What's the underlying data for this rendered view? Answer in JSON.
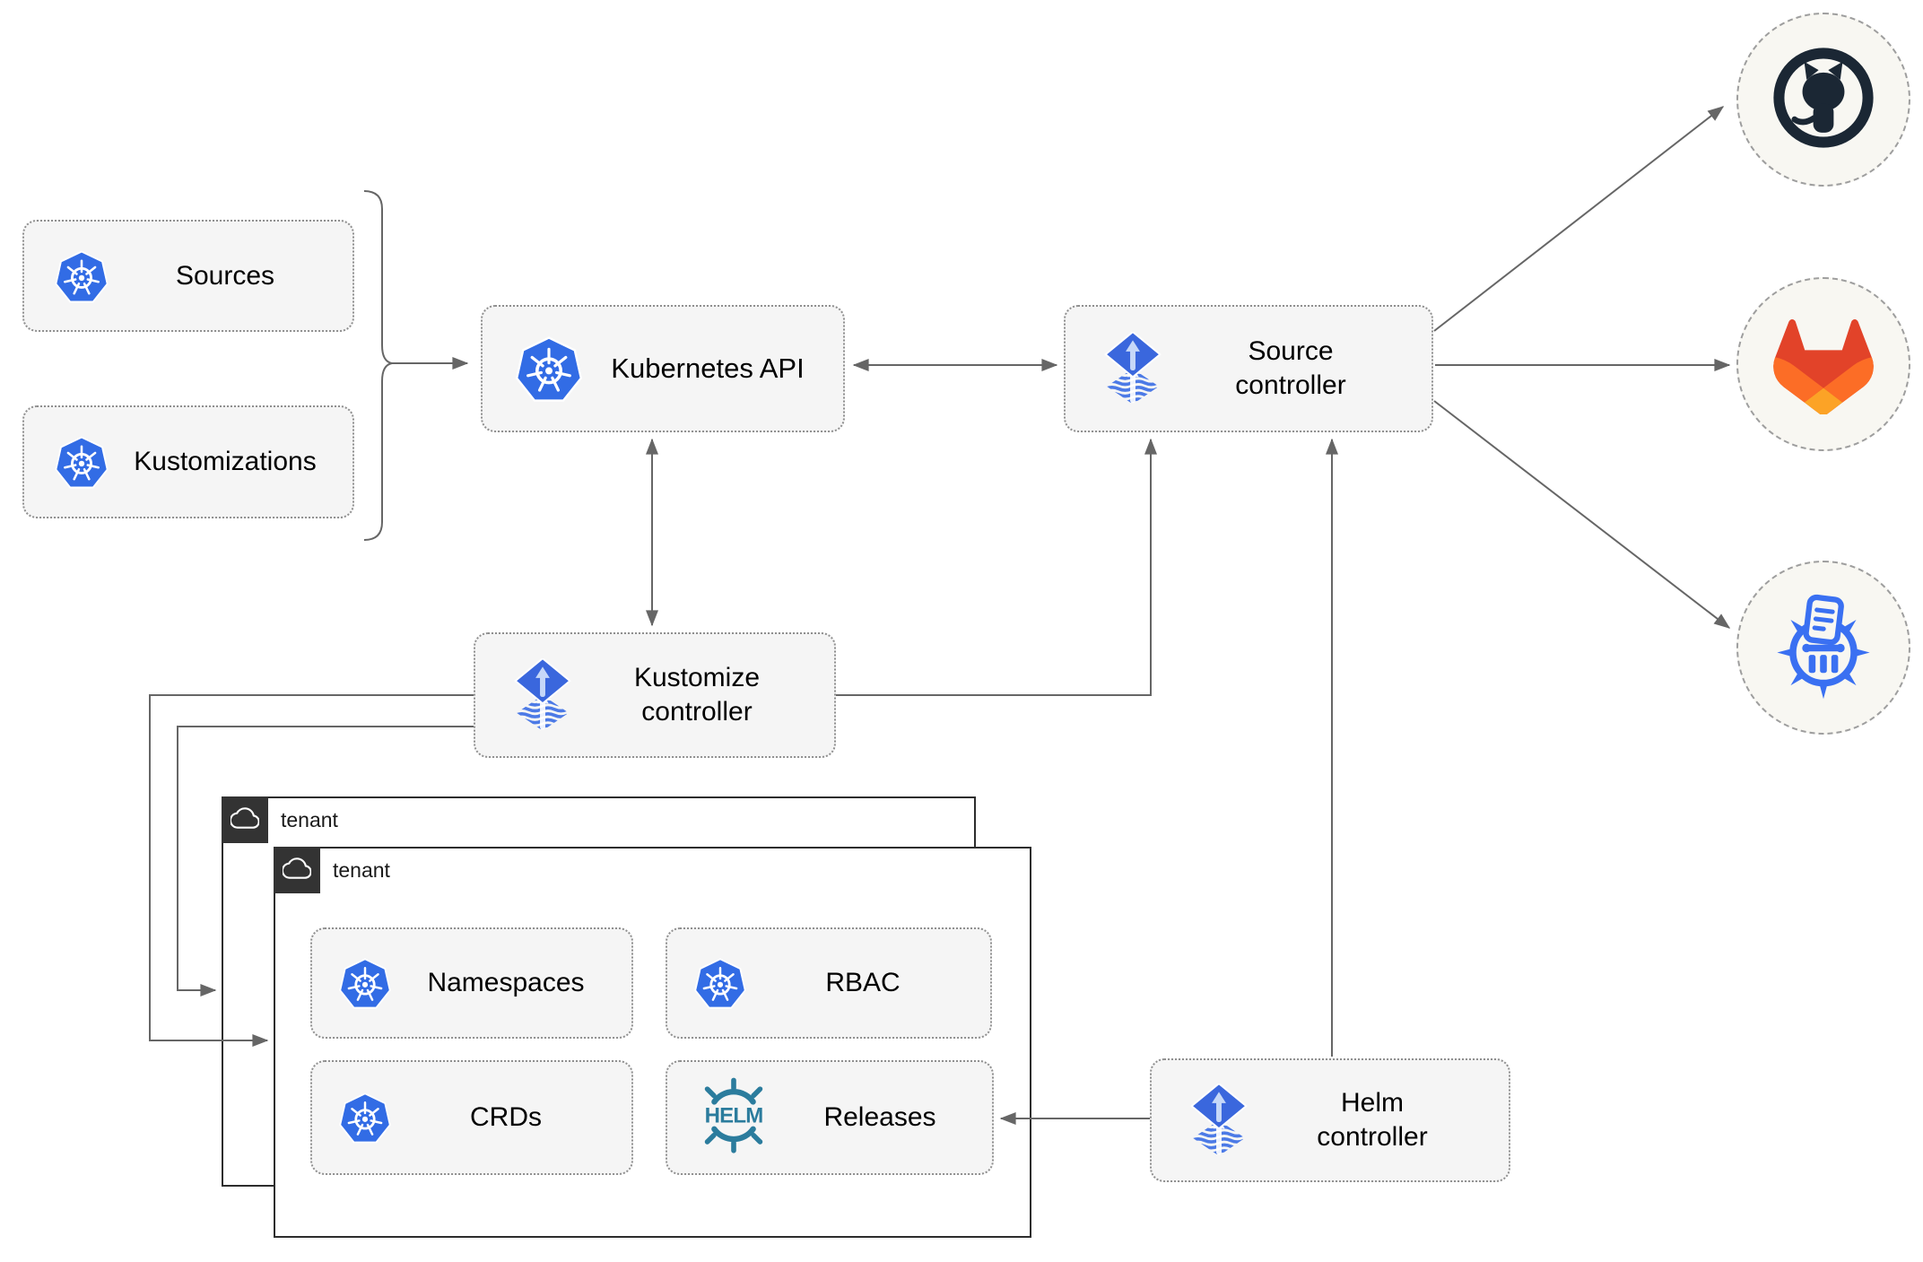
{
  "nodes": {
    "sources": {
      "label": "Sources",
      "icon": "kubernetes"
    },
    "kustomizations": {
      "label": "Kustomizations",
      "icon": "kubernetes"
    },
    "kubernetes_api": {
      "label": "Kubernetes API",
      "icon": "kubernetes"
    },
    "source_controller": {
      "line1": "Source",
      "line2": "controller",
      "icon": "flux"
    },
    "kustomize_controller": {
      "line1": "Kustomize",
      "line2": "controller",
      "icon": "flux"
    },
    "helm_controller": {
      "line1": "Helm",
      "line2": "controller",
      "icon": "flux"
    },
    "tenant_outer": {
      "label": "tenant",
      "icon": "cloud"
    },
    "tenant_inner": {
      "label": "tenant",
      "icon": "cloud"
    },
    "namespaces": {
      "label": "Namespaces",
      "icon": "kubernetes"
    },
    "rbac": {
      "label": "RBAC",
      "icon": "kubernetes"
    },
    "crds": {
      "label": "CRDs",
      "icon": "kubernetes"
    },
    "releases": {
      "label": "Releases",
      "icon": "helm",
      "logo_text": "HELM"
    }
  },
  "external_targets": {
    "github": {
      "icon": "github"
    },
    "gitlab": {
      "icon": "gitlab"
    },
    "helm_repository": {
      "icon": "helm-chart-repository"
    }
  },
  "edges": [
    {
      "from": "sources+kustomizations",
      "to": "kubernetes-api",
      "arrow": "single"
    },
    {
      "from": "kubernetes-api",
      "to": "source-controller",
      "arrow": "double"
    },
    {
      "from": "kubernetes-api",
      "to": "kustomize-controller",
      "arrow": "double"
    },
    {
      "from": "kustomize-controller",
      "to": "source-controller",
      "arrow": "single"
    },
    {
      "from": "helm-controller",
      "to": "source-controller",
      "arrow": "single"
    },
    {
      "from": "source-controller",
      "to": "github",
      "arrow": "single"
    },
    {
      "from": "source-controller",
      "to": "gitlab",
      "arrow": "single"
    },
    {
      "from": "source-controller",
      "to": "helm-repository",
      "arrow": "single"
    },
    {
      "from": "kustomize-controller",
      "to": "tenant-inner",
      "arrow": "single"
    },
    {
      "from": "kustomize-controller",
      "to": "tenant-outer",
      "arrow": "single"
    },
    {
      "from": "helm-controller",
      "to": "releases",
      "arrow": "single"
    }
  ],
  "colors": {
    "kubernetes_blue": "#326ce5",
    "flux_blue": "#3a67dd",
    "flux_light": "#c6d8f8",
    "flux_stripe": "#4c7ae6",
    "helm_teal": "#2b7c9d",
    "github_dark": "#1b2734",
    "gitlab_red": "#e24329",
    "gitlab_orange": "#fc6d26",
    "gitlab_yellow": "#fca326",
    "chart_repo_blue": "#3a70f2",
    "connector_gray": "#666666",
    "node_fill": "#f5f5f5",
    "node_border": "#8f8f8f",
    "tenant_border": "#2d2d2d",
    "tenant_tag_bg": "#333333",
    "circle_fill": "#f8f7f2"
  }
}
